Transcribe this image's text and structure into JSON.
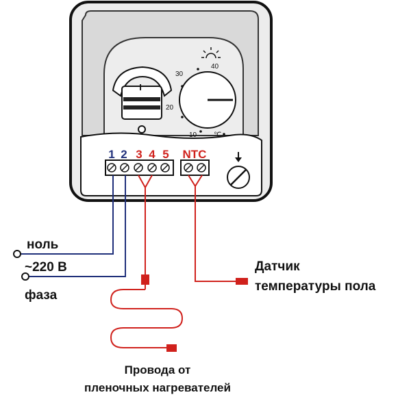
{
  "terminals": {
    "numbers": [
      "1",
      "2",
      "3",
      "4",
      "5"
    ],
    "ntc_label": "NTC"
  },
  "dial": {
    "scale": [
      "10",
      "20",
      "30",
      "40"
    ],
    "unit": "℃",
    "power_mark": "I"
  },
  "labels": {
    "neutral": "ноль",
    "voltage": "~220 В",
    "phase": "фаза",
    "sensor_line1": "Датчик",
    "sensor_line2": "температуры пола",
    "heaters_line1": "Провода от",
    "heaters_line2": "пленочных нагревателей"
  },
  "colors": {
    "blue_wire": "#1f2f7a",
    "red_wire": "#d0211c",
    "outline": "#111111",
    "housing_gray": "#d9d9d9"
  }
}
